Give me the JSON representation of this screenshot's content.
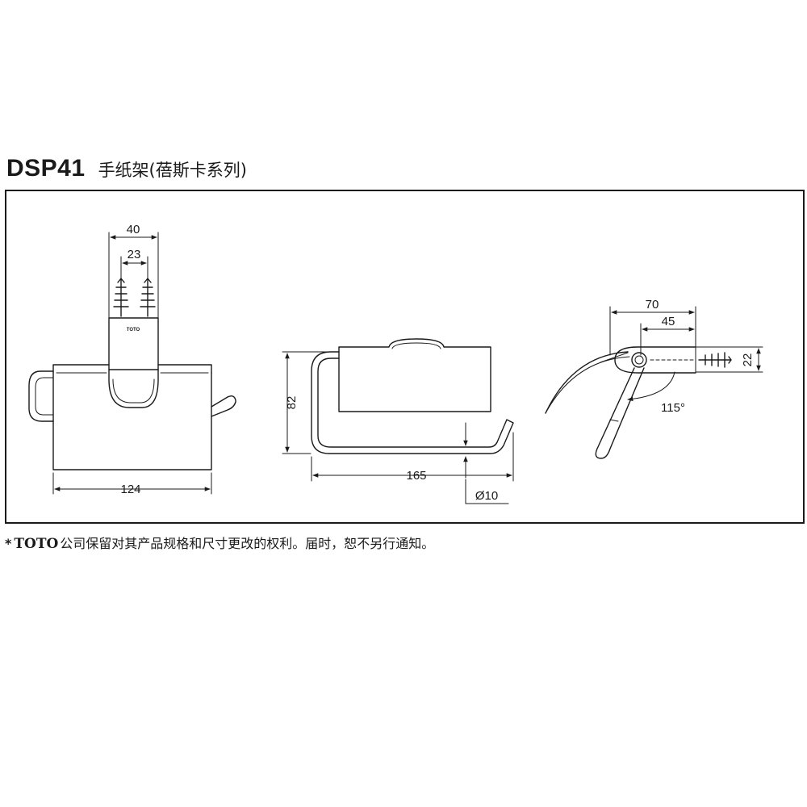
{
  "header": {
    "model": "DSP41",
    "product_name": "手纸架(蓓斯卡系列)"
  },
  "views": {
    "front": {
      "dim_top_outer": "40",
      "dim_top_inner": "23",
      "dim_width": "124",
      "logo_text": "TOTO"
    },
    "side": {
      "dim_height": "82",
      "dim_length": "165",
      "dim_diameter": "Ø10"
    },
    "top": {
      "dim_outer": "70",
      "dim_inner": "45",
      "dim_thickness": "22",
      "dim_angle": "115°"
    }
  },
  "footnote": {
    "mark": "*",
    "brand": "TOTO",
    "text": "公司保留对其产品规格和尺寸更改的权利。届时，恕不另行通知。"
  }
}
